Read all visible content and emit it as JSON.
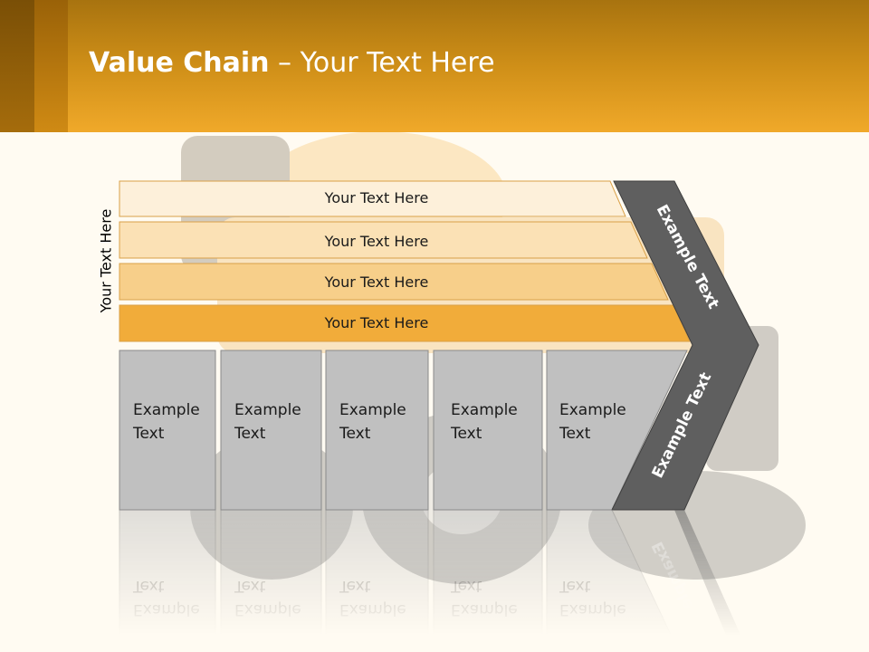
{
  "title": {
    "bold": "Value Chain",
    "rest": " – Your Text Here"
  },
  "side_label": "Your Text Here",
  "rows": [
    "Your Text Here",
    "Your Text Here",
    "Your Text Here",
    "Your Text Here"
  ],
  "boxes": [
    {
      "line1": "Example",
      "line2": "Text"
    },
    {
      "line1": "Example",
      "line2": "Text"
    },
    {
      "line1": "Example",
      "line2": "Text"
    },
    {
      "line1": "Example",
      "line2": "Text"
    },
    {
      "line1": "Example",
      "line2": "Text"
    }
  ],
  "arrow_top": "Example Text",
  "arrow_bottom": "Example Text",
  "colors": {
    "row1": "#fdf0da",
    "row2": "#fbe1b5",
    "row3": "#f7cf8a",
    "row4": "#f1ac3a",
    "box": "#c0c0c0",
    "arrow": "#5f5f5f"
  }
}
